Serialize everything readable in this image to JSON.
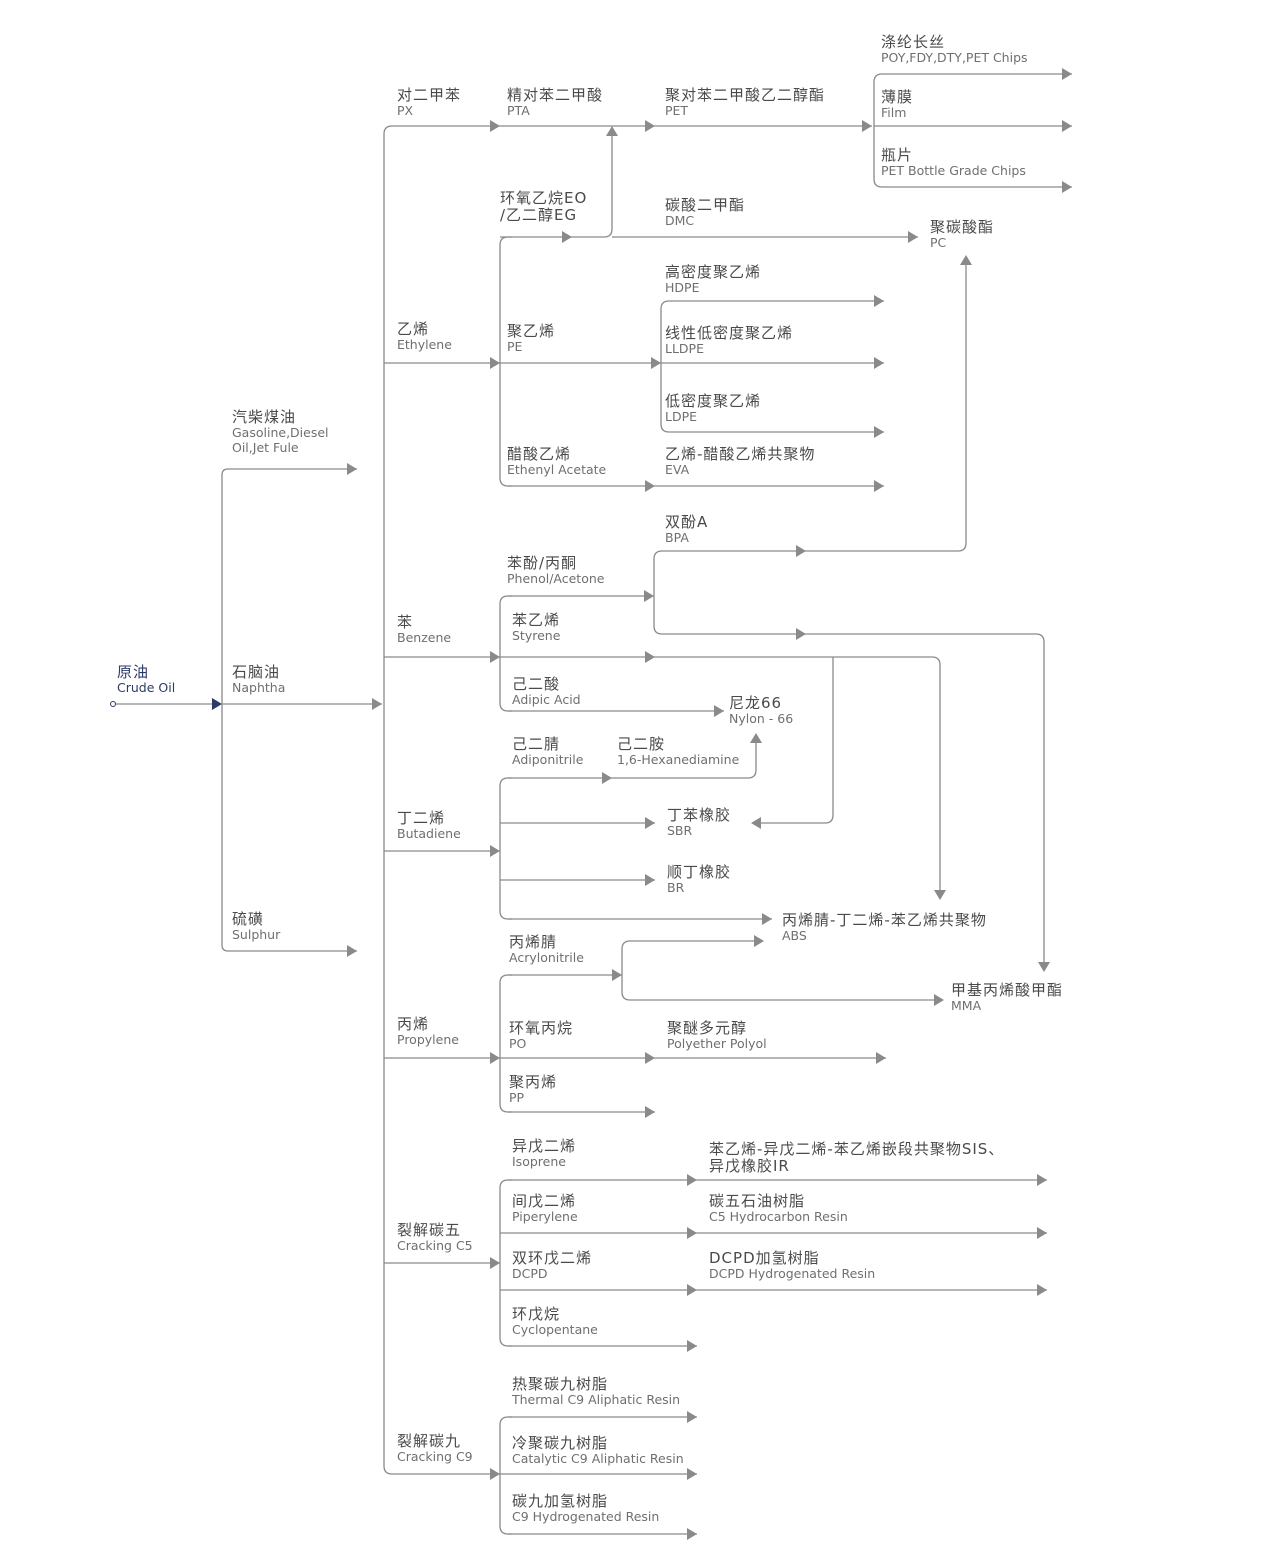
{
  "nodes": {
    "crude": {
      "cn": "原油",
      "en": "Crude Oil"
    },
    "gasoline": {
      "cn": "汽柴煤油",
      "en": "Gasoline,Diesel",
      "en2": "Oil,Jet Fule"
    },
    "naphtha": {
      "cn": "石脑油",
      "en": "Naphtha"
    },
    "sulphur": {
      "cn": "硫磺",
      "en": "Sulphur"
    },
    "px": {
      "cn": "对二甲苯",
      "en": "PX"
    },
    "pta": {
      "cn": "精对苯二甲酸",
      "en": "PTA"
    },
    "pet": {
      "cn": "聚对苯二甲酸乙二醇酯",
      "en": "PET"
    },
    "poy": {
      "cn": "涤纶长丝",
      "en": "POY,FDY,DTY,PET Chips"
    },
    "film": {
      "cn": "薄膜",
      "en": "Film"
    },
    "bottle": {
      "cn": "瓶片",
      "en": "PET Bottle Grade Chips"
    },
    "eo": {
      "cn": "环氧乙烷EO",
      "cn2": "/乙二醇EG"
    },
    "dmc": {
      "cn": "碳酸二甲酯",
      "en": "DMC"
    },
    "pc": {
      "cn": "聚碳酸酯",
      "en": "PC"
    },
    "ethylene": {
      "cn": "乙烯",
      "en": "Ethylene"
    },
    "pe": {
      "cn": "聚乙烯",
      "en": "PE"
    },
    "hdpe": {
      "cn": "高密度聚乙烯",
      "en": "HDPE"
    },
    "lldpe": {
      "cn": "线性低密度聚乙烯",
      "en": "LLDPE"
    },
    "ldpe": {
      "cn": "低密度聚乙烯",
      "en": "LDPE"
    },
    "acetate": {
      "cn": "醋酸乙烯",
      "en": "Ethenyl Acetate"
    },
    "eva": {
      "cn": "乙烯-醋酸乙烯共聚物",
      "en": "EVA"
    },
    "bpa": {
      "cn": "双酚A",
      "en": "BPA"
    },
    "phenol": {
      "cn": "苯酚/丙酮",
      "en": "Phenol/Acetone"
    },
    "benzene": {
      "cn": "苯",
      "en": "Benzene"
    },
    "styrene": {
      "cn": "苯乙烯",
      "en": "Styrene"
    },
    "adipic": {
      "cn": "己二酸",
      "en": "Adipic Acid"
    },
    "nylon": {
      "cn": "尼龙66",
      "en": "Nylon - 66"
    },
    "adiponitrile": {
      "cn": "己二腈",
      "en": "Adiponitrile"
    },
    "hexane": {
      "cn": "己二胺",
      "en": "1,6-Hexanediamine"
    },
    "butadiene": {
      "cn": "丁二烯",
      "en": "Butadiene"
    },
    "sbr": {
      "cn": "丁苯橡胶",
      "en": "SBR"
    },
    "br": {
      "cn": "顺丁橡胶",
      "en": "BR"
    },
    "abs": {
      "cn": "丙烯腈-丁二烯-苯乙烯共聚物",
      "en": "ABS"
    },
    "acrylonitrile": {
      "cn": "丙烯腈",
      "en": "Acrylonitrile"
    },
    "mma": {
      "cn": "甲基丙烯酸甲酯",
      "en": "MMA"
    },
    "propylene": {
      "cn": "丙烯",
      "en": "Propylene"
    },
    "po": {
      "cn": "环氧丙烷",
      "en": "PO"
    },
    "polyether": {
      "cn": "聚醚多元醇",
      "en": "Polyether Polyol"
    },
    "pp": {
      "cn": "聚丙烯",
      "en": "PP"
    },
    "isoprene": {
      "cn": "异戊二烯",
      "en": "Isoprene"
    },
    "sis": {
      "cn": "苯乙烯-异戊二烯-苯乙烯嵌段共聚物SIS、",
      "cn2": "异戊橡胶IR"
    },
    "piperylene": {
      "cn": "间戊二烯",
      "en": "Piperylene"
    },
    "c5resin": {
      "cn": "碳五石油树脂",
      "en": "C5 Hydrocarbon Resin"
    },
    "c5": {
      "cn": "裂解碳五",
      "en": "Cracking C5"
    },
    "dcpd": {
      "cn": "双环戊二烯",
      "en": "DCPD"
    },
    "dcpdresin": {
      "cn": "DCPD加氢树脂",
      "en": "DCPD Hydrogenated Resin"
    },
    "cyclopentane": {
      "cn": "环戊烷",
      "en": "Cyclopentane"
    },
    "thermal": {
      "cn": "热聚碳九树脂",
      "en": "Thermal C9 Aliphatic Resin"
    },
    "c9": {
      "cn": "裂解碳九",
      "en": "Cracking C9"
    },
    "catalytic": {
      "cn": "冷聚碳九树脂",
      "en": "Catalytic C9 Aliphatic Resin"
    },
    "c9resin": {
      "cn": "碳九加氢树脂",
      "en": "C9 Hydrogenated Resin"
    }
  }
}
